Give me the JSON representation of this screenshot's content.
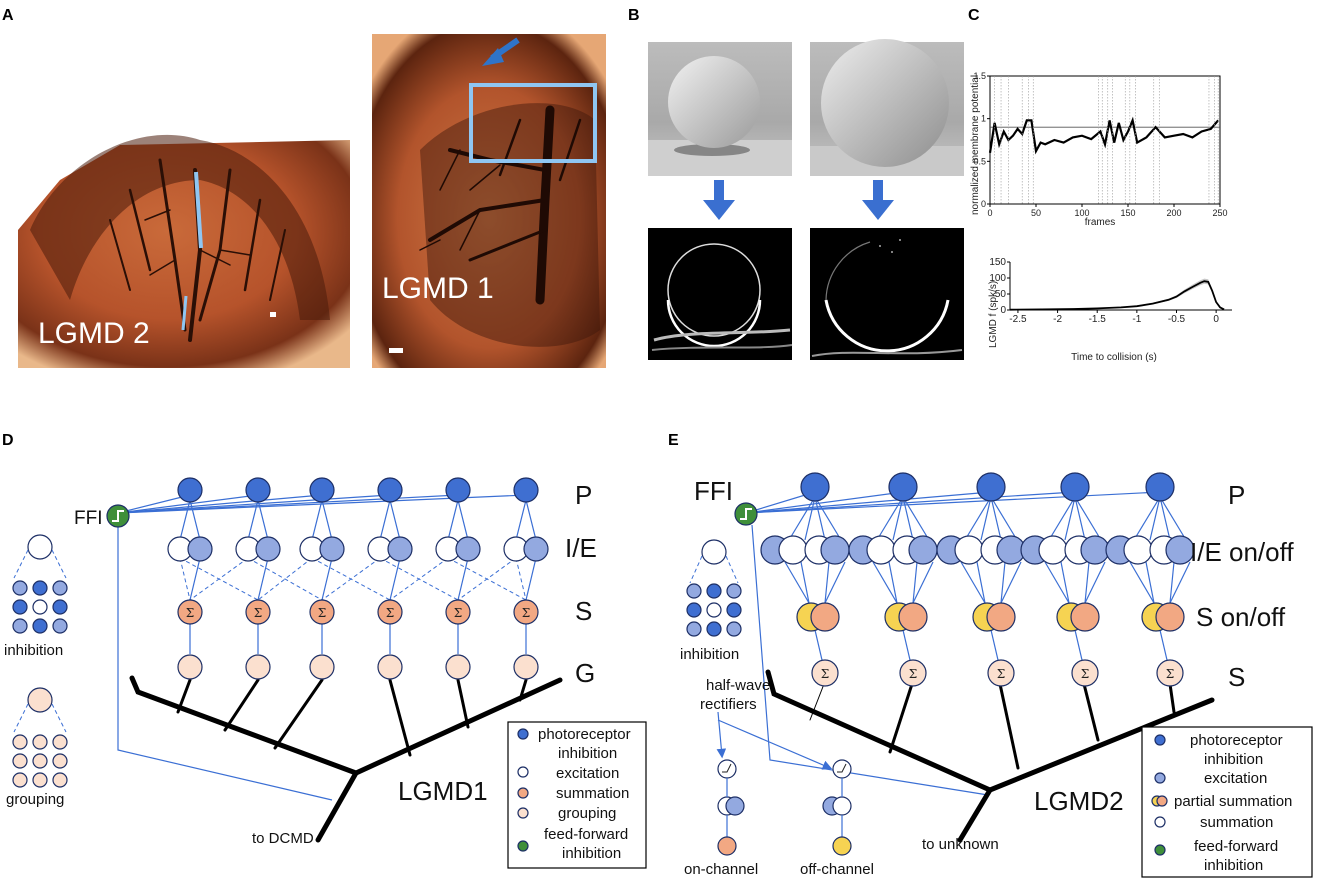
{
  "panels": {
    "a": {
      "letter": "A",
      "lgmd2_label": "LGMD 2",
      "lgmd1_label": "LGMD 1"
    },
    "b": {
      "letter": "B"
    },
    "c": {
      "letter": "C",
      "chart_data": [
        {
          "type": "line",
          "title": "",
          "xlabel": "frames",
          "ylabel": "normalized membrane potential",
          "xlim": [
            0,
            250
          ],
          "ylim": [
            0,
            1.5
          ],
          "x_ticks": [
            "0",
            "50",
            "100",
            "150",
            "200",
            "250"
          ],
          "y_ticks": [
            "0",
            "0.5",
            "1",
            "1.5"
          ],
          "reference_line_y": 0.9,
          "series": [
            {
              "x": [
                0,
                5,
                10,
                15,
                20,
                25,
                30,
                35,
                40,
                45,
                50,
                55,
                60,
                70,
                80,
                90,
                100,
                110,
                120,
                125,
                130,
                135,
                140,
                145,
                150,
                155,
                160,
                170,
                180,
                190,
                200,
                210,
                220,
                230,
                240,
                248
              ],
              "y": [
                0.6,
                0.95,
                0.7,
                0.85,
                0.75,
                0.8,
                0.88,
                0.82,
                0.98,
                0.98,
                0.62,
                0.72,
                0.7,
                0.75,
                0.72,
                0.78,
                0.8,
                0.76,
                0.85,
                0.7,
                0.98,
                0.72,
                0.95,
                0.75,
                0.85,
                0.98,
                0.72,
                0.78,
                0.9,
                0.78,
                0.8,
                0.82,
                0.78,
                0.85,
                0.88,
                0.98
              ]
            }
          ]
        },
        {
          "type": "line",
          "title": "",
          "xlabel": "Time to collision (s)",
          "ylabel": "LGMD f (spk/s)",
          "xlim": [
            -2.6,
            0.2
          ],
          "ylim": [
            0,
            150
          ],
          "x_ticks": [
            "-2.5",
            "-2",
            "-1.5",
            "-1",
            "-0.5",
            "0"
          ],
          "y_ticks": [
            "0",
            "50",
            "100",
            "150"
          ],
          "series": [
            {
              "x": [
                -2.6,
                -2.2,
                -1.8,
                -1.5,
                -1.2,
                -1.0,
                -0.8,
                -0.6,
                -0.5,
                -0.4,
                -0.3,
                -0.2,
                -0.15,
                -0.1,
                -0.05,
                0.0,
                0.05,
                0.1
              ],
              "y": [
                1,
                2,
                3,
                5,
                8,
                12,
                20,
                32,
                42,
                58,
                72,
                85,
                90,
                88,
                60,
                25,
                8,
                2
              ]
            }
          ]
        }
      ]
    },
    "d": {
      "letter": "D",
      "ffi": "FFI",
      "row_p": "P",
      "row_ie": "I/E",
      "row_s": "S",
      "row_g": "G",
      "sigma": "Σ",
      "neuron": "LGMD1",
      "output": "to DCMD",
      "inhibition": "inhibition",
      "grouping": "grouping",
      "legend": [
        {
          "label": "photoreceptor",
          "swatch": "#3f6fd1"
        },
        {
          "label": "inhibition",
          "swatch": "#ffffff"
        },
        {
          "label": "excitation",
          "swatch": "#93a9e0"
        },
        {
          "label": "summation",
          "swatch": "#f2a883"
        },
        {
          "label": "grouping",
          "swatch": "#fbe0cf"
        },
        {
          "label": "feed-forward inhibition",
          "swatch": "#3f8f3a"
        }
      ],
      "legend_lines": [
        "photoreceptor",
        "inhibition",
        "excitation",
        "summation",
        "grouping",
        "feed-forward",
        "inhibition"
      ]
    },
    "e": {
      "letter": "E",
      "ffi": "FFI",
      "row_p": "P",
      "row_ie": "I/E on/off",
      "row_s_onoff": "S on/off",
      "row_s": "S",
      "sigma": "Σ",
      "neuron": "LGMD2",
      "output": "to unknown",
      "inhibition": "inhibition",
      "rectifiers_1": "half-wave",
      "rectifiers_2": "rectifiers",
      "on_channel": "on-channel",
      "off_channel": "off-channel",
      "legend_lines": [
        "photoreceptor",
        "inhibition",
        "excitation",
        "partial summation",
        "summation",
        "feed-forward",
        "inhibition"
      ]
    }
  }
}
